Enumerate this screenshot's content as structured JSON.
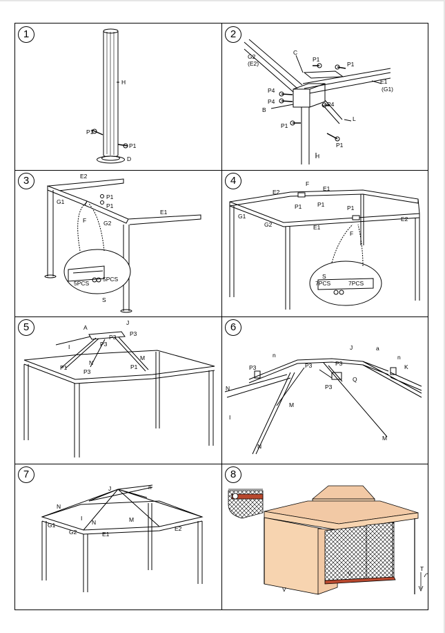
{
  "steps": [
    {
      "number": "1",
      "labels": {
        "h": "H",
        "p1a": "P1",
        "p1b": "P1",
        "d": "D"
      }
    },
    {
      "number": "2",
      "labels": {
        "g2": "G2",
        "e2": "(E2)",
        "c": "C",
        "p1a": "P1",
        "p1b": "P1",
        "e1": "E1",
        "g1": "(G1)",
        "p4a": "P4",
        "p4b": "P4",
        "p4c": "P4",
        "b": "B",
        "p1c": "P1",
        "l": "L",
        "p1d": "P1",
        "h": "H"
      }
    },
    {
      "number": "3",
      "labels": {
        "e2": "E2",
        "g1": "G1",
        "p1a": "P1",
        "p1b": "P1",
        "f": "F",
        "g2": "G2",
        "e1": "E1",
        "pcs1": "5PCS",
        "pcs2": "5PCS",
        "s": "S"
      }
    },
    {
      "number": "4",
      "labels": {
        "f": "F",
        "e2": "E2",
        "e1": "E1",
        "p1a": "P1",
        "p1b": "P1",
        "g1": "G1",
        "g2": "G2",
        "e1b": "E1",
        "p1c": "P1",
        "e2b": "E2",
        "f2": "F",
        "s": "S",
        "pcs1": "7PCS",
        "pcs2": "7PCS"
      }
    },
    {
      "number": "5",
      "labels": {
        "a": "A",
        "j": "J",
        "p3a": "P3",
        "p3b": "P3",
        "p3c": "P3",
        "i": "I",
        "p1a": "P1",
        "n": "N",
        "m": "M",
        "p3d": "P3",
        "p1b": "P1"
      }
    },
    {
      "number": "6",
      "labels": {
        "j": "J",
        "a": "a",
        "n": "n",
        "k": "K",
        "p3a": "P3",
        "p3b": "P3",
        "p3c": "P3",
        "p3d": "P3",
        "q": "Q",
        "nn": "N",
        "m": "M",
        "i": "I",
        "m2": "M",
        "n2": "N"
      }
    },
    {
      "number": "7",
      "labels": {
        "n": "n",
        "j": "J",
        "nn": "N",
        "i": "I",
        "g1": "G1",
        "g2": "G2",
        "e1": "E1",
        "e2": "E2",
        "n2": "N",
        "m": "M"
      }
    },
    {
      "number": "8",
      "labels": {
        "v1": "V",
        "v2": "V",
        "t": "T"
      }
    }
  ],
  "colors": {
    "line": "#000000",
    "canopy": "#f2c9a5",
    "wall": "#f7d4b0",
    "frame_red": "#b8482e"
  }
}
